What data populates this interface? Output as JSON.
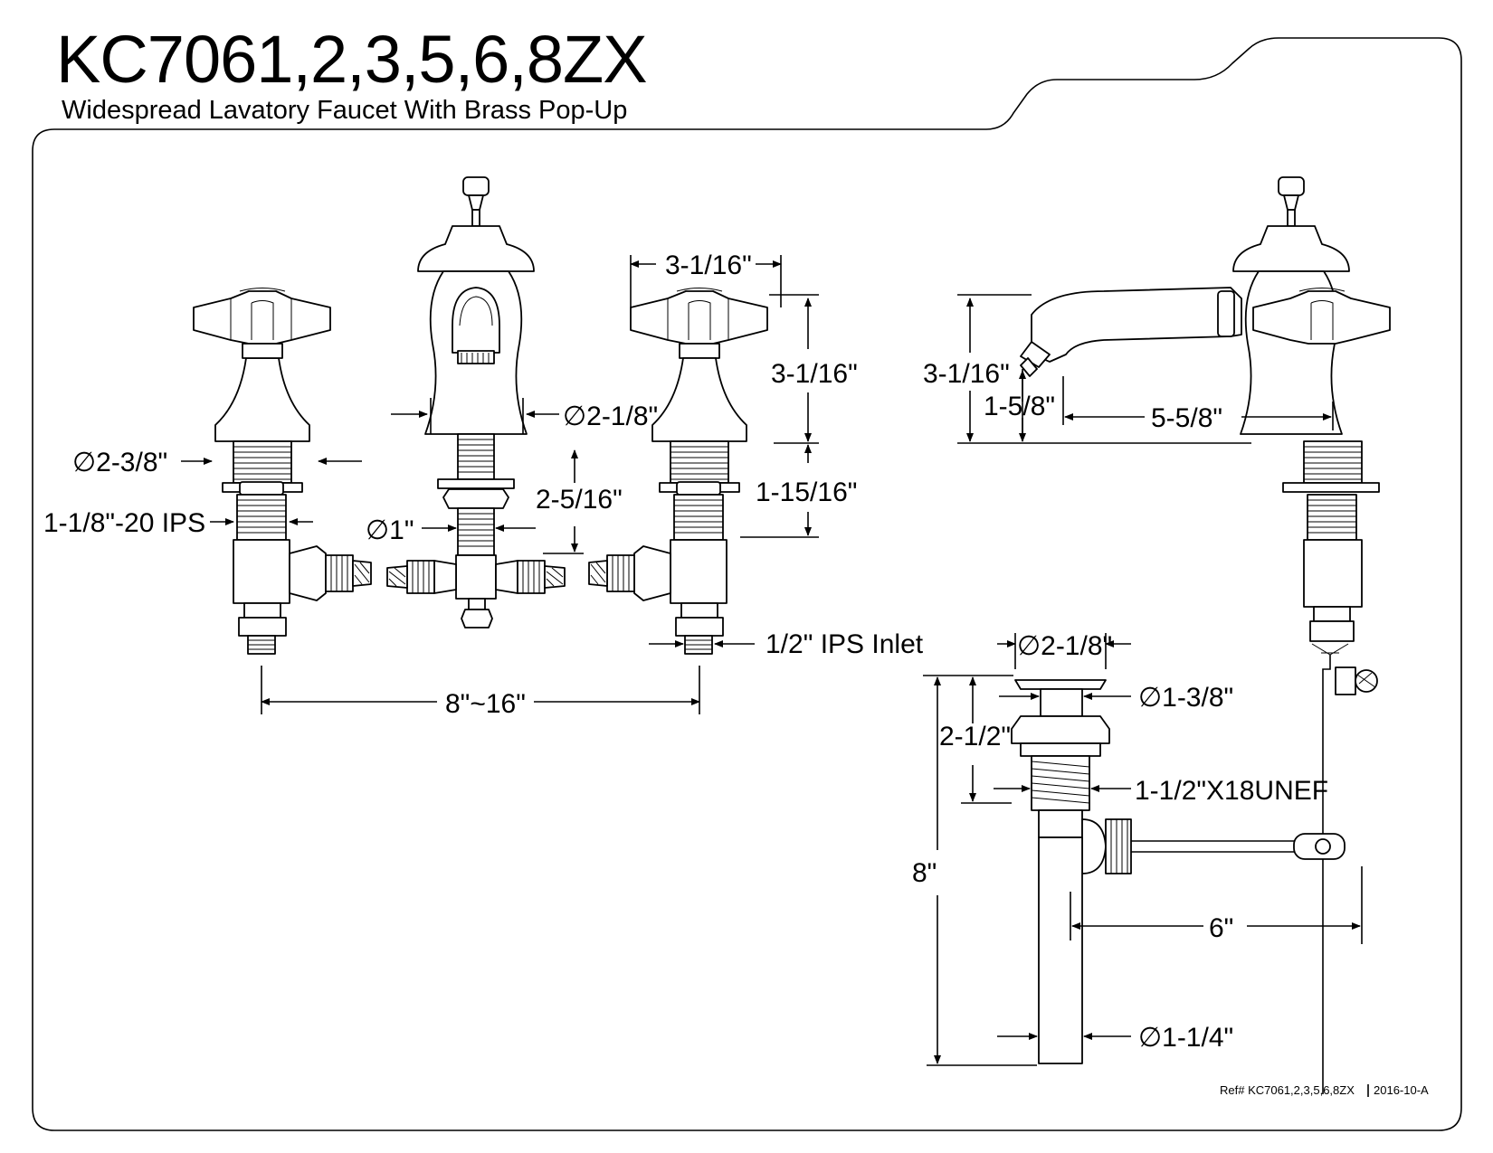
{
  "header": {
    "title": "KC7061,2,3,5,6,8ZX",
    "subtitle": "Widespread Lavatory Faucet With Brass Pop-Up"
  },
  "dimensions": {
    "handle_width": "3-1/16\"",
    "handle_height": "3-1/16\"",
    "spout_diameter": "∅2-1/8\"",
    "flange_diameter": "∅2-3/8\"",
    "valve_thread": "1-1/8\"-20 IPS",
    "shank_diameter": "∅1\"",
    "shank_length_center": "2-5/16\"",
    "shank_length_side": "1-15/16\"",
    "inlet": "1/2\" IPS Inlet",
    "spread": "8\"~16\"",
    "spout_height": "3-1/16\"",
    "aerator_height": "1-5/8\"",
    "spout_reach": "5-5/8\""
  },
  "drain": {
    "flange_diameter": "∅2-1/8\"",
    "stopper_diameter": "∅1-3/8\"",
    "body_height": "2-1/2\"",
    "thread": "1-1/2\"X18UNEF",
    "total_length": "8\"",
    "rod_length": "6\"",
    "tailpiece_diameter": "∅1-1/4\""
  },
  "footer": {
    "ref": "Ref# KC7061,2,3,5,6,8ZX",
    "revision": "2016-10-A"
  },
  "colors": {
    "line": "#000000",
    "background": "#ffffff"
  }
}
